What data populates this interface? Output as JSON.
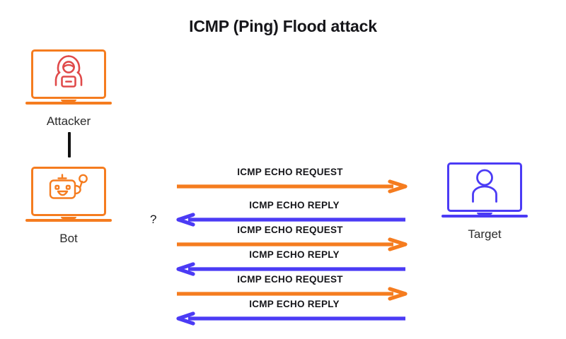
{
  "title": "ICMP (Ping) Flood attack",
  "colors": {
    "request_orange": "#F57C1F",
    "reply_blue": "#4B3BF5",
    "attacker_red": "#E04A4A",
    "text_black": "#16161A",
    "background": "#FFFFFF"
  },
  "nodes": [
    {
      "id": "attacker",
      "caption": "Attacker",
      "icon": "hooded-hacker-icon",
      "accent": "#F57C1F"
    },
    {
      "id": "bot",
      "caption": "Bot",
      "icon": "robot-icon",
      "accent": "#F57C1F"
    },
    {
      "id": "target",
      "caption": "Target",
      "icon": "user-person-icon",
      "accent": "#4B3BF5"
    }
  ],
  "connector": {
    "from": "attacker",
    "to": "bot",
    "style": "solid-line",
    "color": "#111111"
  },
  "messages": [
    {
      "label": "ICMP ECHO REQUEST",
      "direction": "right",
      "color": "#F57C1F",
      "from": "bot",
      "to": "target"
    },
    {
      "label": "ICMP ECHO REPLY",
      "direction": "left",
      "color": "#4B3BF5",
      "from": "target",
      "to": "bot",
      "annotation": "?"
    },
    {
      "label": "ICMP ECHO REQUEST",
      "direction": "right",
      "color": "#F57C1F",
      "from": "bot",
      "to": "target"
    },
    {
      "label": "ICMP ECHO REPLY",
      "direction": "left",
      "color": "#4B3BF5",
      "from": "target",
      "to": "bot"
    },
    {
      "label": "ICMP ECHO REQUEST",
      "direction": "right",
      "color": "#F57C1F",
      "from": "bot",
      "to": "target"
    },
    {
      "label": "ICMP ECHO REPLY",
      "direction": "left",
      "color": "#4B3BF5",
      "from": "target",
      "to": "bot"
    }
  ]
}
